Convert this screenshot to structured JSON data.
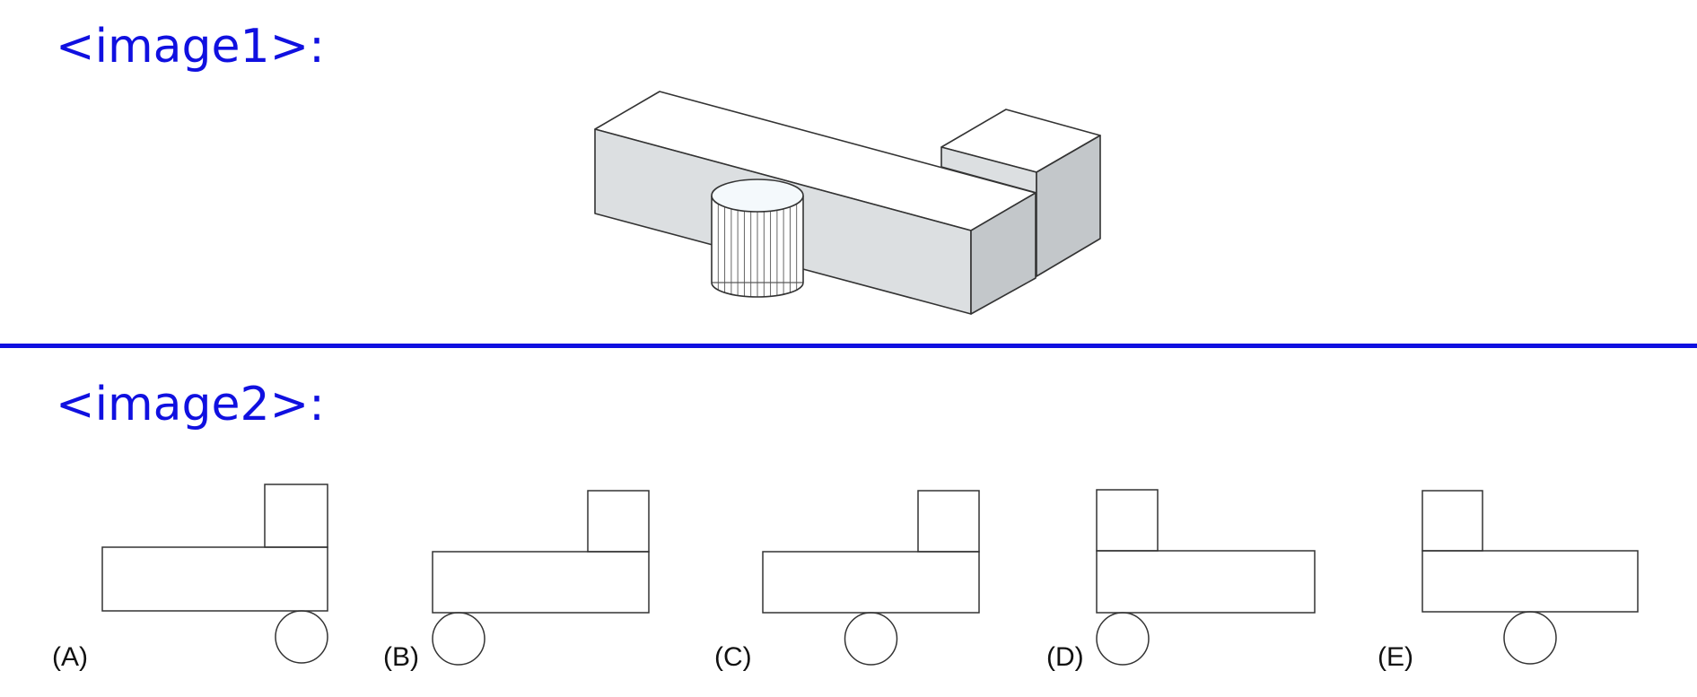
{
  "headings": {
    "image1": "<image1>:",
    "image2": "<image2>:"
  },
  "colors": {
    "heading": "#1010e0",
    "divider": "#1010e0",
    "stroke": "#333333",
    "face_top": "#ffffff",
    "face_front": "#dcdfe1",
    "face_side": "#c3c7ca",
    "cylinder_top": "#f4f9fc"
  },
  "options": [
    {
      "label": "(A)",
      "square_side": "right",
      "circle_side": "right"
    },
    {
      "label": "(B)",
      "square_side": "right",
      "circle_side": "left"
    },
    {
      "label": "(C)",
      "square_side": "right",
      "circle_side": "center"
    },
    {
      "label": "(D)",
      "square_side": "left",
      "circle_side": "left"
    },
    {
      "label": "(E)",
      "square_side": "left",
      "circle_side": "center"
    }
  ]
}
